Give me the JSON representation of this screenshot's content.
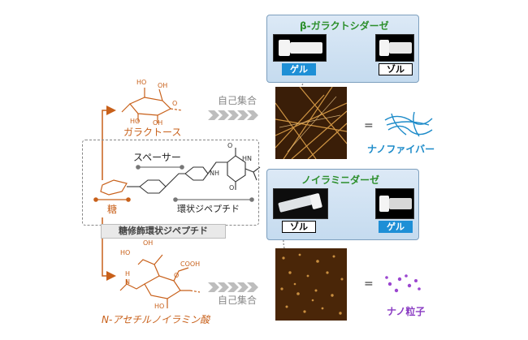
{
  "top_panel": {
    "title": "β-ガラクトシダーゼ",
    "left_state": "ゲル",
    "right_state": "ゾル"
  },
  "bottom_panel": {
    "title": "ノイラミニダーゼ",
    "left_state": "ゾル",
    "right_state": "ゲル"
  },
  "sugars": {
    "galactose": "ガラクトース",
    "sugar": "糖",
    "neuraminic": "N-アセチルノイラミン酸"
  },
  "molecule": {
    "spacer": "スペーサー",
    "cyclic_dipeptide": "環状ジペプチド",
    "banner": "糖修飾環状ジペプチド"
  },
  "process": {
    "top": "自己集合",
    "bottom": "自己集合"
  },
  "results": {
    "nanofiber": "ナノファイバー",
    "nanoparticle": "ナノ粒子",
    "equals_top": "=",
    "equals_bottom": "="
  },
  "atoms": {
    "o": "O",
    "nh": "NH",
    "hn": "HN",
    "ho": "HO",
    "oh": "OH",
    "h": "H",
    "n": "N",
    "cooh": "COOH"
  },
  "colors": {
    "orange": "#c8601a",
    "blue": "#1d8bc9",
    "purple": "#8a3cc3",
    "green": "#2c8f2c"
  }
}
